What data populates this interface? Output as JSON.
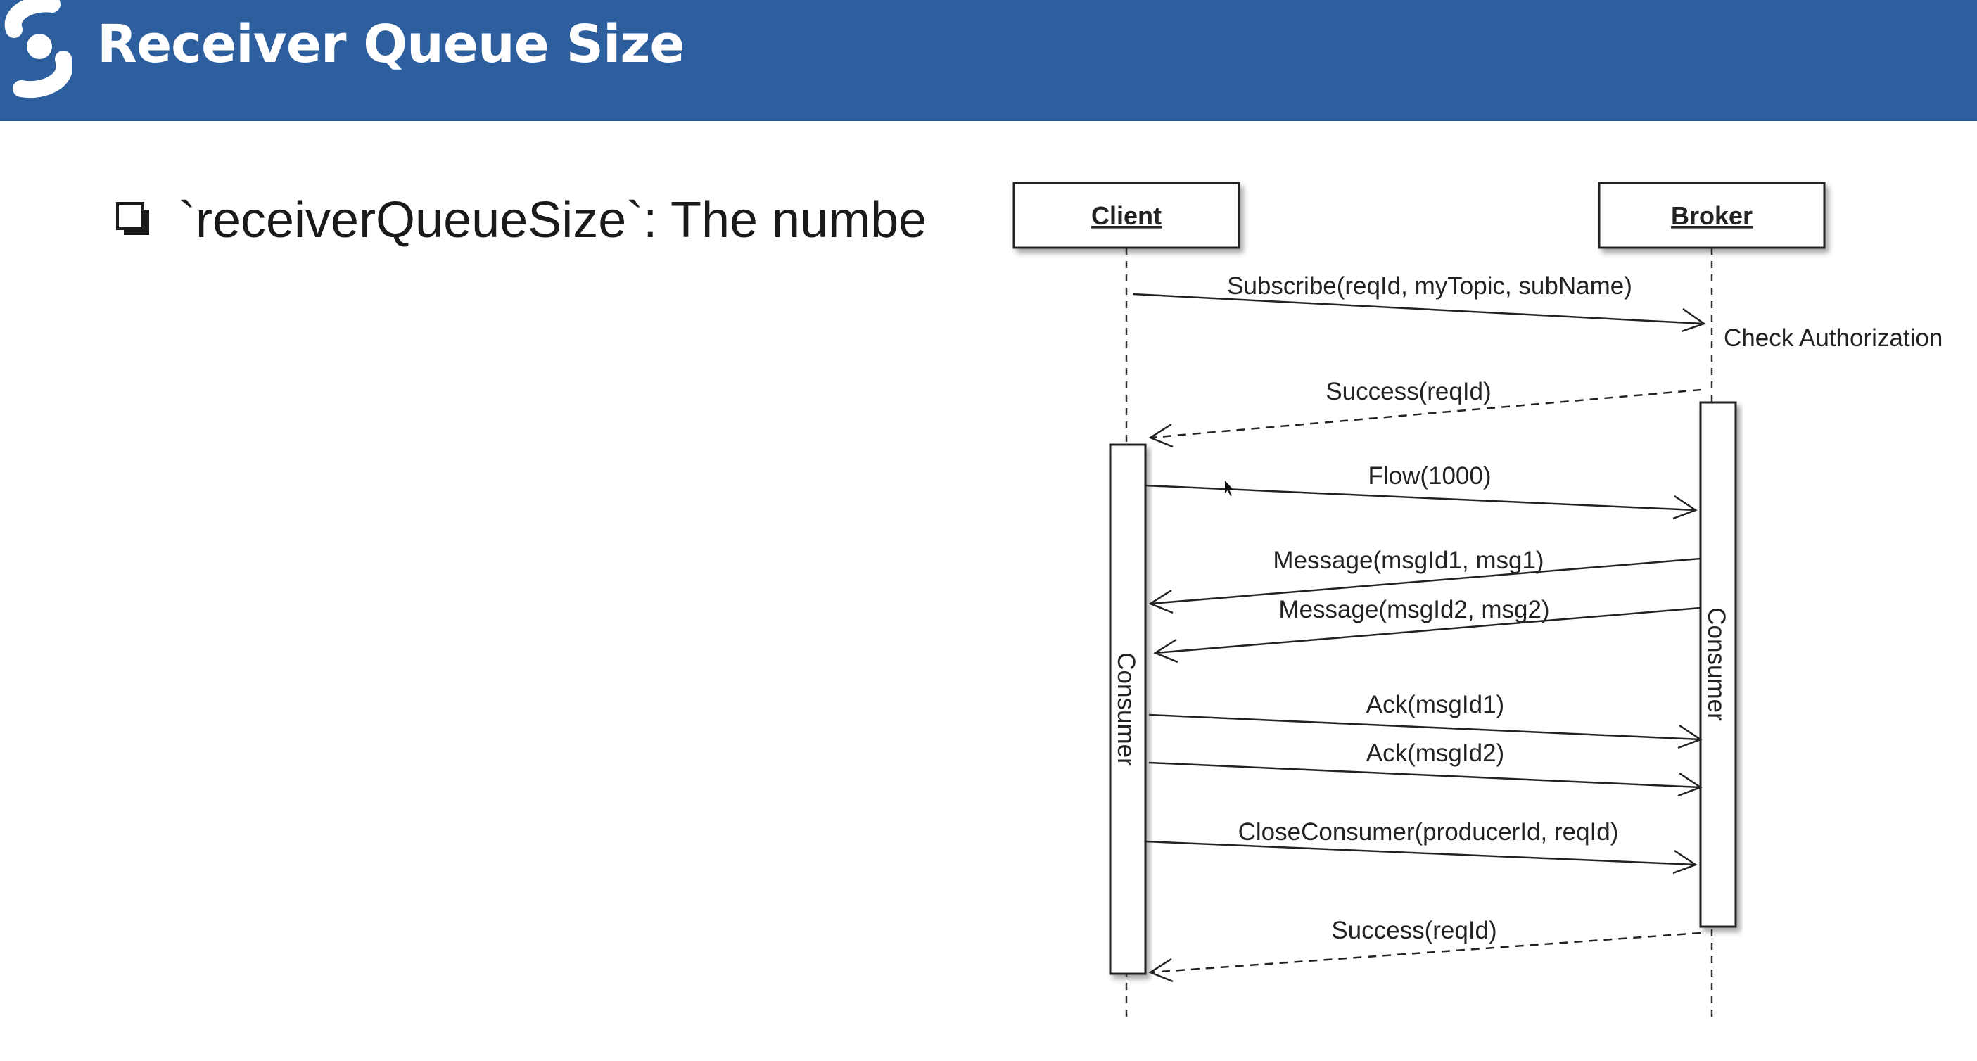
{
  "header": {
    "title": "Receiver Queue Size",
    "background": "#2d5f9f",
    "logo_icon": "pulsar-s-logo-icon"
  },
  "content": {
    "bullet_icon": "checkbox-outline-icon",
    "bullet_text": "`receiverQueueSize`: The numbe"
  },
  "diagram": {
    "participants": [
      "Client",
      "Broker"
    ],
    "activations": [
      "Consumer",
      "Consumer"
    ],
    "note": "Check Authorization",
    "messages": [
      {
        "label": "Subscribe(reqId, myTopic, subName)",
        "from": "Client",
        "to": "Broker",
        "style": "solid"
      },
      {
        "label": "Success(reqId)",
        "from": "Broker",
        "to": "Client",
        "style": "dashed"
      },
      {
        "label": "Flow(1000)",
        "from": "Client",
        "to": "Broker",
        "style": "solid"
      },
      {
        "label": "Message(msgId1, msg1)",
        "from": "Broker",
        "to": "Client",
        "style": "solid"
      },
      {
        "label": "Message(msgId2, msg2)",
        "from": "Broker",
        "to": "Client",
        "style": "solid"
      },
      {
        "label": "Ack(msgId1)",
        "from": "Client",
        "to": "Broker",
        "style": "solid"
      },
      {
        "label": "Ack(msgId2)",
        "from": "Client",
        "to": "Broker",
        "style": "solid"
      },
      {
        "label": "CloseConsumer(producerId, reqId)",
        "from": "Client",
        "to": "Broker",
        "style": "solid"
      },
      {
        "label": "Success(reqId)",
        "from": "Broker",
        "to": "Client",
        "style": "dashed"
      }
    ]
  }
}
